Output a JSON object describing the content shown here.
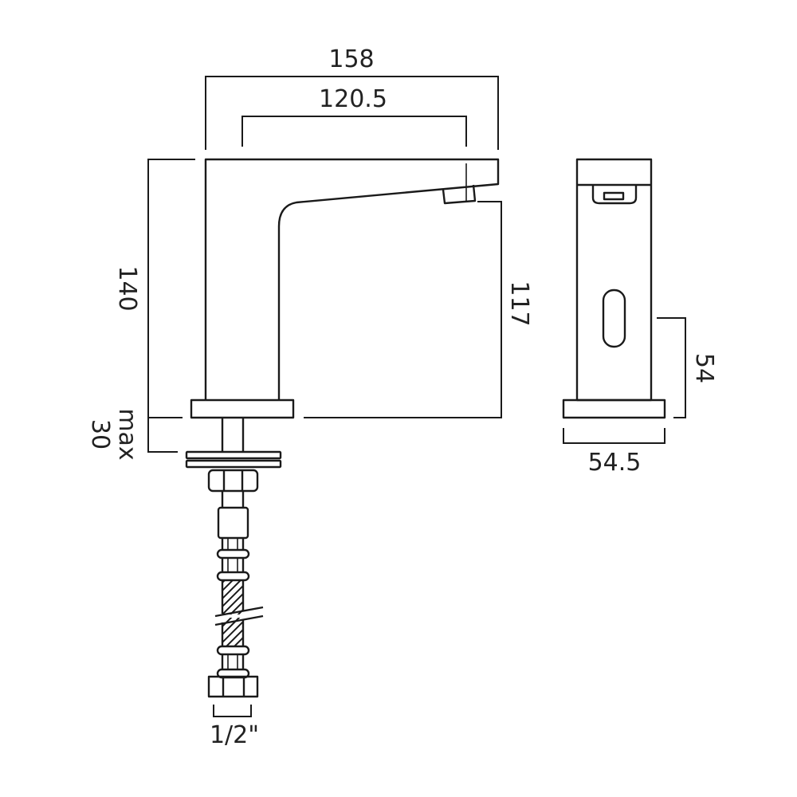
{
  "diagram": {
    "title": "Sensor basin mixer technical drawing",
    "line_color": "#1a1a1a",
    "background": "#ffffff",
    "dimensions": {
      "overall_length": "158",
      "spout_reach": "120.5",
      "overall_height": "140",
      "spout_height": "117",
      "max_deck_thickness_value": "30",
      "max_deck_thickness_prefix": "max",
      "sensor_height": "54",
      "base_width": "54.5",
      "connection_size": "1/2\""
    },
    "views": {
      "side_view": "side-elevation",
      "front_view": "front-elevation"
    }
  }
}
